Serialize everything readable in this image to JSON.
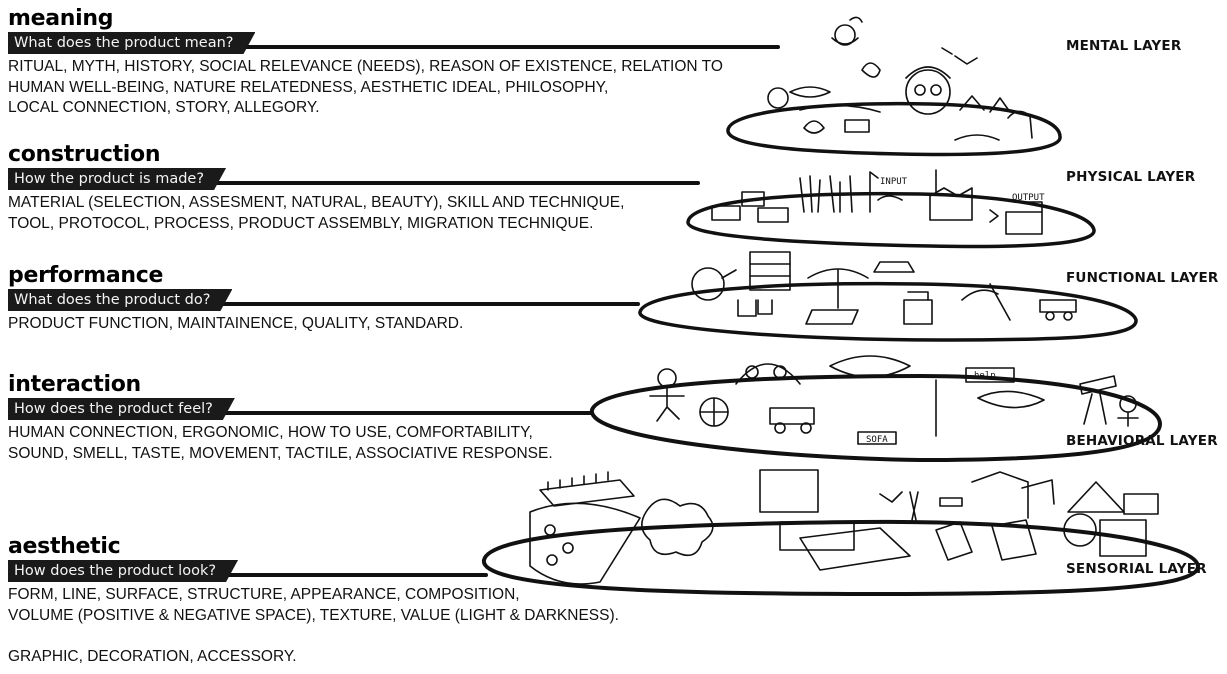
{
  "sections": [
    {
      "title": "meaning",
      "question": "What does the product mean?",
      "lines": [
        "RITUAL, MYTH, HISTORY, SOCIAL RELEVANCE (NEEDS), REASON OF EXISTENCE, RELATION TO",
        "HUMAN WELL-BEING, NATURE RELATEDNESS, AESTHETIC IDEAL, PHILOSOPHY,",
        "LOCAL CONNECTION, STORY, ALLEGORY."
      ]
    },
    {
      "title": "construction",
      "question": "How the product is made?",
      "lines": [
        "MATERIAL (SELECTION, ASSESMENT, NATURAL, BEAUTY), SKILL AND TECHNIQUE,",
        "TOOL, PROTOCOL, PROCESS, PRODUCT ASSEMBLY, MIGRATION TECHNIQUE."
      ]
    },
    {
      "title": "performance",
      "question": "What does the product do?",
      "lines": [
        "PRODUCT FUNCTION,  MAINTAINENCE, QUALITY, STANDARD."
      ]
    },
    {
      "title": "interaction",
      "question": "How does the product feel?",
      "lines": [
        "HUMAN CONNECTION, ERGONOMIC, HOW TO USE, COMFORTABILITY,",
        "SOUND, SMELL, TASTE, MOVEMENT, TACTILE, ASSOCIATIVE RESPONSE."
      ]
    },
    {
      "title": "aesthetic",
      "question": "How does the product look?",
      "lines": [
        "FORM, LINE, SURFACE, STRUCTURE, APPEARANCE, COMPOSITION,",
        "VOLUME (POSITIVE & NEGATIVE SPACE), TEXTURE, VALUE (LIGHT & DARKNESS).",
        "",
        "GRAPHIC, DECORATION, ACCESSORY."
      ]
    }
  ],
  "layers": [
    "MENTAL LAYER",
    "PHYSICAL LAYER",
    "FUNCTIONAL LAYER",
    "BEHAVIORAL LAYER",
    "SENSORIAL LAYER"
  ],
  "sketch_words": {
    "input": "INPUT",
    "output": "OUTPUT",
    "help": "help",
    "sofa": "SOFA"
  },
  "colors": {
    "ink": "#111111",
    "label_bg": "#1a1a1a",
    "label_text": "#f4f4f4"
  }
}
